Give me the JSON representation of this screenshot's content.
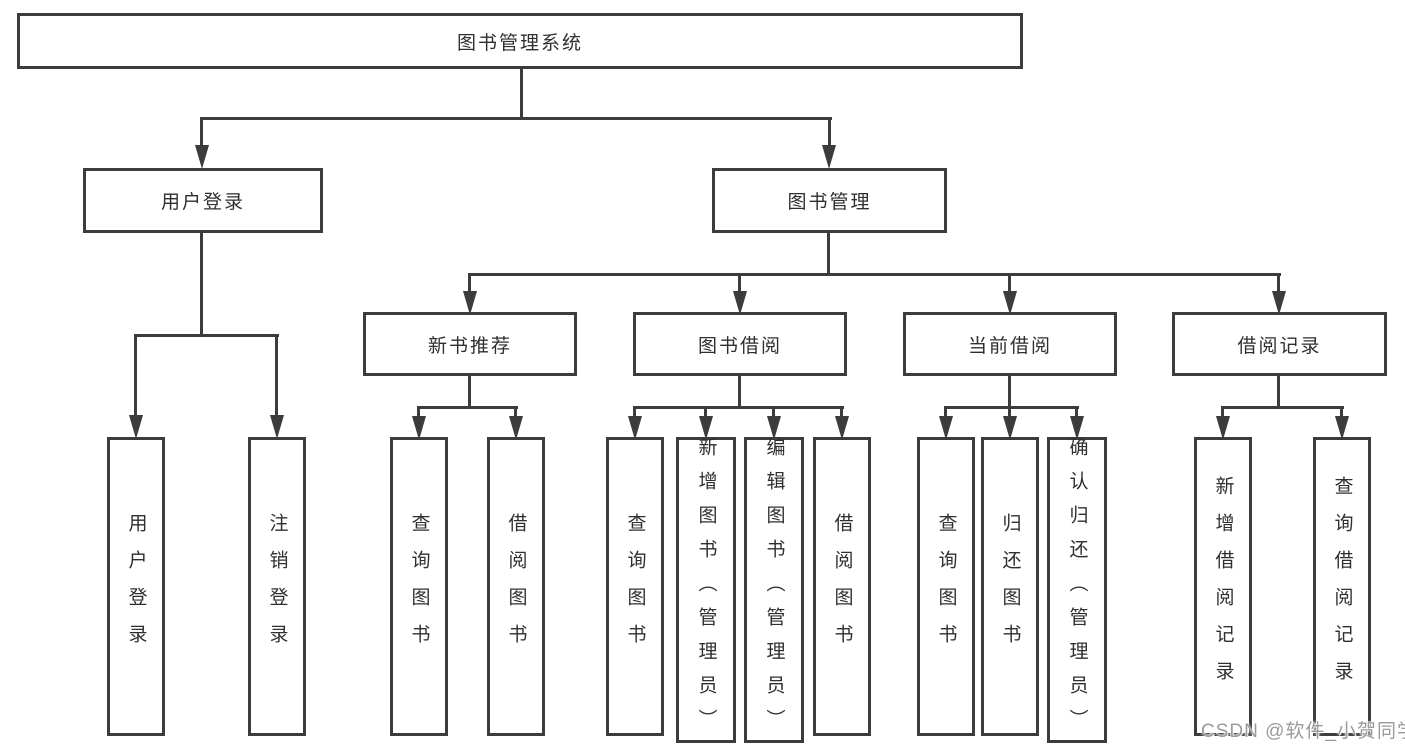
{
  "title": "图书管理系统",
  "nodes": {
    "root": "图书管理系统",
    "level2": [
      "用户登录",
      "图书管理"
    ],
    "level3": [
      "新书推荐",
      "图书借阅",
      "当前借阅",
      "借阅记录"
    ],
    "leaves": [
      "用户登录",
      "注销登录",
      "查询图书",
      "借阅图书",
      "查询图书",
      "新增图书（管理员）",
      "编辑图书（管理员）",
      "借阅图书",
      "查询图书",
      "归还图书",
      "确认归还（管理员）",
      "新增借阅记录",
      "查询借阅记录"
    ]
  },
  "watermark": "CSDN @软件_小贺同学",
  "colors": {
    "line": "#3c3c3c",
    "text": "#2f2f2f",
    "watermark": "#9b9b9b",
    "background": "#ffffff"
  }
}
